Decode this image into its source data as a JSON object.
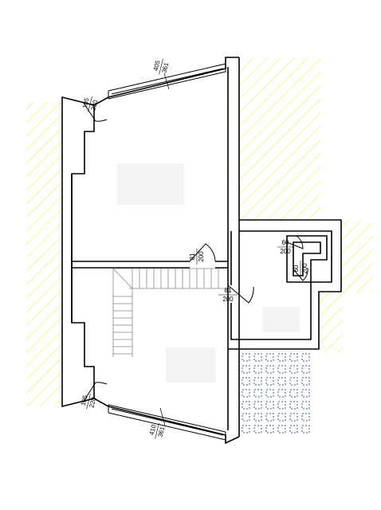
{
  "plan": {
    "hatch_color": "#f2f25a",
    "tile_color": "#3b5a9a",
    "wall_color": "#000000",
    "room_fill": "#ffffff",
    "label_fill": "#f4f4f4"
  },
  "dimensions": {
    "window_top": [
      "405",
      "361"
    ],
    "window_left_upper": [
      "105",
      "220"
    ],
    "door_internal": [
      "81",
      "200"
    ],
    "door_hall": [
      "81",
      "200"
    ],
    "door_small_upper": [
      "60",
      "200"
    ],
    "door_small_lower": [
      "60",
      "200"
    ],
    "window_left_lower": [
      "105",
      "220"
    ],
    "window_bottom": [
      "410",
      "361"
    ]
  }
}
